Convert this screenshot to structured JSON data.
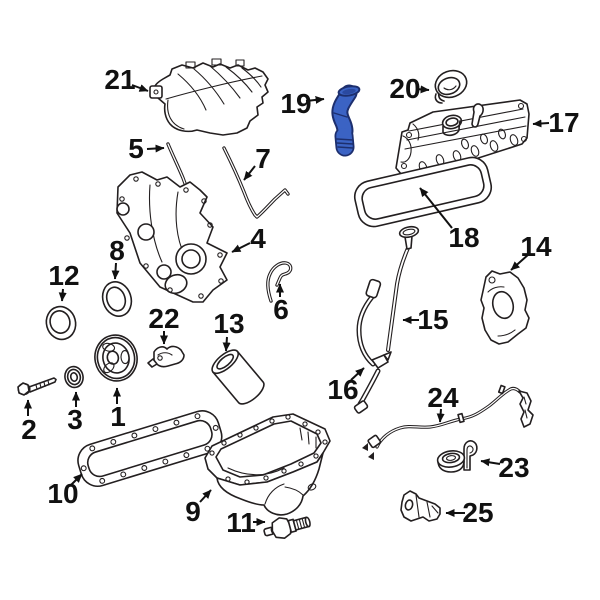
{
  "figure": {
    "kind": "engine-parts-exploded-diagram",
    "background_color": "#ffffff",
    "line_color": "#231f20",
    "highlighted_part": {
      "number": "19",
      "fill_color": "#3b63c4",
      "outline_color": "#1d2f6e"
    },
    "callouts": [
      {
        "num": "1",
        "part": "crankshaft-pulley"
      },
      {
        "num": "2",
        "part": "pulley-bolt"
      },
      {
        "num": "3",
        "part": "small-seal"
      },
      {
        "num": "4",
        "part": "timing-cover"
      },
      {
        "num": "5",
        "part": "gasket-strip-left"
      },
      {
        "num": "6",
        "part": "wire-clip"
      },
      {
        "num": "7",
        "part": "gasket-strip-right"
      },
      {
        "num": "8",
        "part": "seal-upper"
      },
      {
        "num": "9",
        "part": "oil-pan"
      },
      {
        "num": "10",
        "part": "oil-pan-gasket"
      },
      {
        "num": "11",
        "part": "oil-pressure-sender"
      },
      {
        "num": "12",
        "part": "seal-lower"
      },
      {
        "num": "13",
        "part": "oil-filter"
      },
      {
        "num": "14",
        "part": "side-bracket"
      },
      {
        "num": "15",
        "part": "dipstick"
      },
      {
        "num": "16",
        "part": "dipstick-tube"
      },
      {
        "num": "17",
        "part": "valve-cover"
      },
      {
        "num": "18",
        "part": "valve-cover-gasket"
      },
      {
        "num": "19",
        "part": "filler-hose-highlighted"
      },
      {
        "num": "20",
        "part": "oil-filler-cap"
      },
      {
        "num": "21",
        "part": "intake-manifold"
      },
      {
        "num": "22",
        "part": "small-bracket"
      },
      {
        "num": "23",
        "part": "grommet-with-hook"
      },
      {
        "num": "24",
        "part": "wiring-harness"
      },
      {
        "num": "25",
        "part": "mounting-bracket"
      }
    ]
  }
}
